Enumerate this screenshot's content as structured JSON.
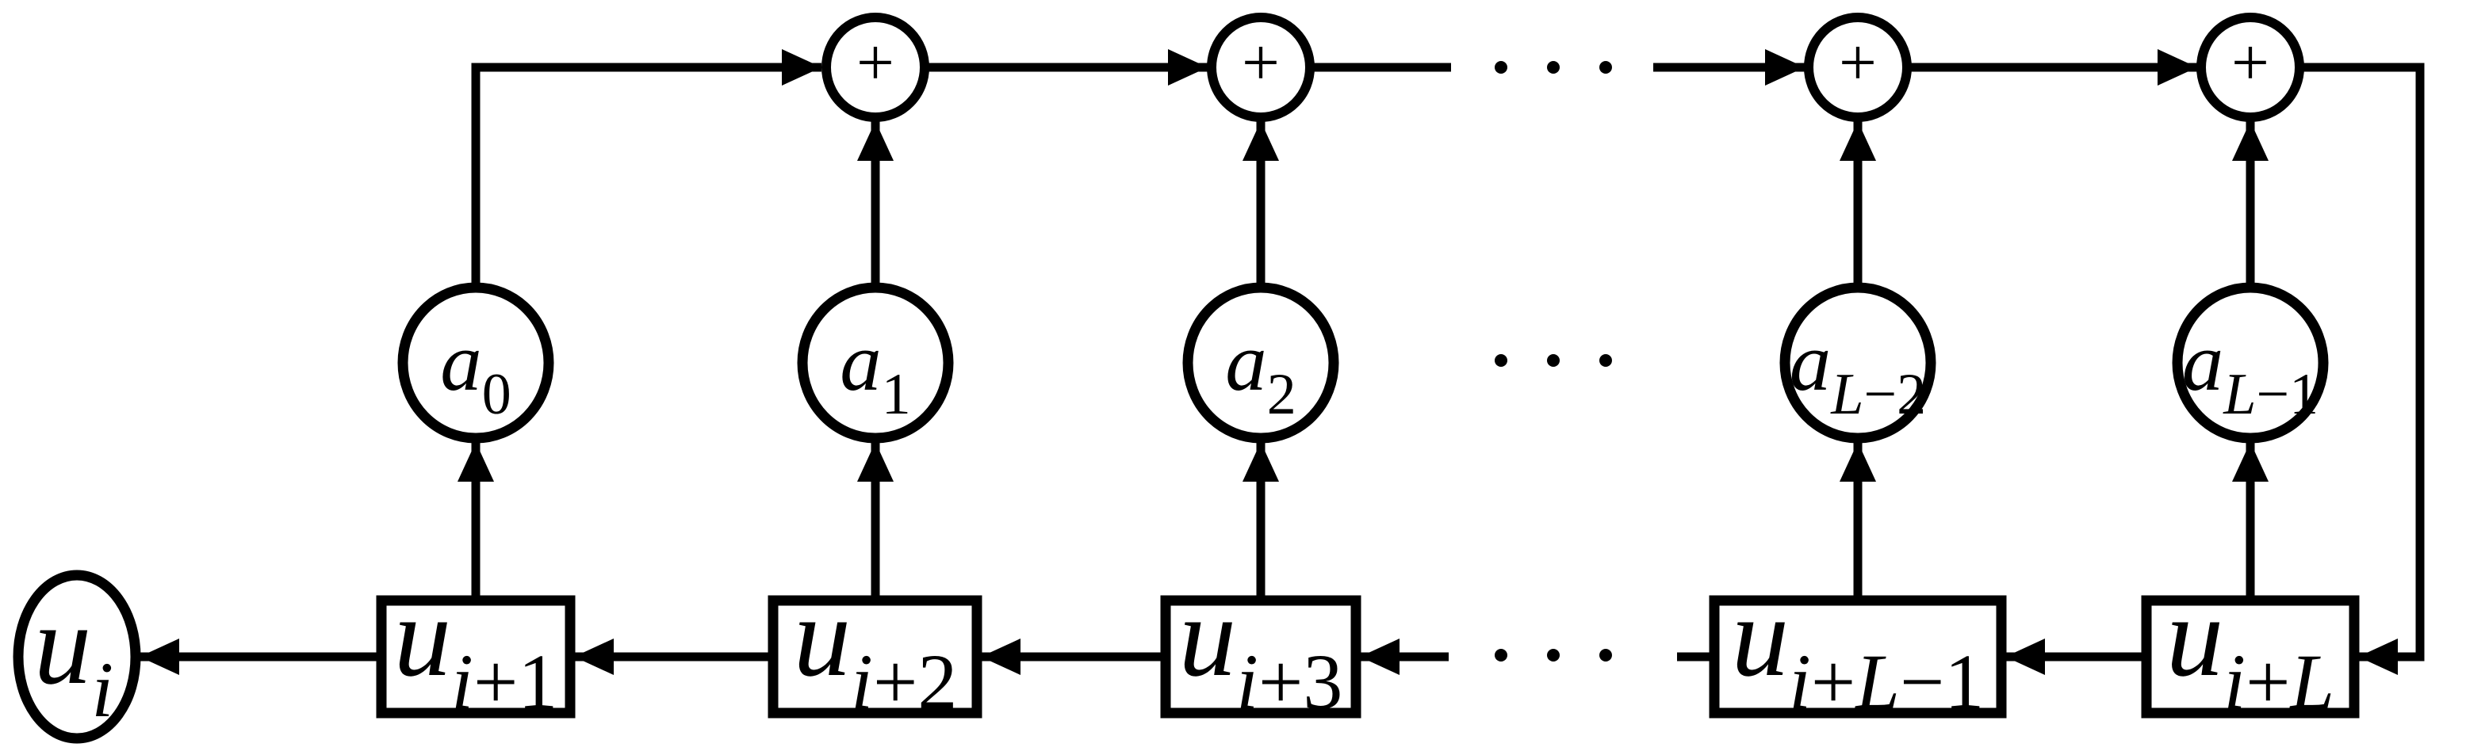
{
  "figure": {
    "background": "#ffffff",
    "ink": "#000000",
    "kind": "feedback shift-register signal-flow diagram"
  },
  "nodes": {
    "adder_symbol": "+",
    "output_circle": {
      "main": "u",
      "sub": [
        {
          "t": "i",
          "italic": true
        }
      ]
    },
    "boxes": [
      {
        "main": "u",
        "sub": [
          {
            "t": "i",
            "italic": true
          },
          {
            "t": "+1"
          }
        ]
      },
      {
        "main": "u",
        "sub": [
          {
            "t": "i",
            "italic": true
          },
          {
            "t": "+2"
          }
        ]
      },
      {
        "main": "u",
        "sub": [
          {
            "t": "i",
            "italic": true
          },
          {
            "t": "+3"
          }
        ]
      },
      {
        "main": "u",
        "sub": [
          {
            "t": "i",
            "italic": true
          },
          {
            "t": "+"
          },
          {
            "t": "L",
            "italic": true
          },
          {
            "t": "−1"
          }
        ]
      },
      {
        "main": "u",
        "sub": [
          {
            "t": "i",
            "italic": true
          },
          {
            "t": "+"
          },
          {
            "t": "L",
            "italic": true
          }
        ]
      }
    ],
    "coefficients": [
      {
        "main": "a",
        "sub": [
          {
            "t": "0"
          }
        ]
      },
      {
        "main": "a",
        "sub": [
          {
            "t": "1"
          }
        ]
      },
      {
        "main": "a",
        "sub": [
          {
            "t": "2"
          }
        ]
      },
      {
        "main": "a",
        "sub": [
          {
            "t": "L",
            "italic": true
          },
          {
            "t": "−2"
          }
        ]
      },
      {
        "main": "a",
        "sub": [
          {
            "t": "L",
            "italic": true
          },
          {
            "t": "−1"
          }
        ]
      }
    ],
    "ellipsis": {
      "symbol": "···",
      "rows": [
        "top",
        "middle",
        "bottom"
      ]
    }
  }
}
